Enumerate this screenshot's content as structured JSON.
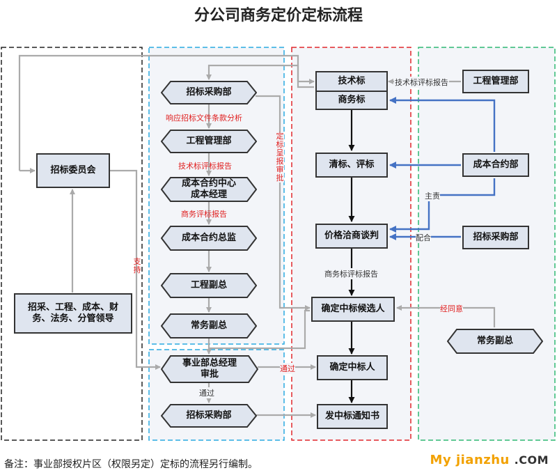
{
  "title": "分公司商务定价定标流程",
  "nodes": {
    "committee": "招标委员会",
    "leaders": "招采、工程、成本、财务、法务、分管领导",
    "p1_purchase": "招标采购部",
    "p1_engineering": "工程管理部",
    "p1_cost_center": "成本合约中心\n成本经理",
    "p1_cost_director": "成本合约总监",
    "p1_eng_vp": "工程副总",
    "p1_exec_vp": "常务副总",
    "p2_gm_review": "事业部总经理\n审批",
    "p2_purchase": "招标采购部",
    "tech_bid": "技术标",
    "biz_bid": "商务标",
    "clear_eval": "清标、评标",
    "negotiate": "价格洽商谈判",
    "candidate": "确定中标候选人",
    "winner": "确定中标人",
    "notice": "发中标通知书",
    "r_engineering": "工程管理部",
    "r_cost": "成本合约部",
    "r_purchase": "招标采购部",
    "r_exec_vp": "常务副总"
  },
  "labels": {
    "respond": "响应招标文件条款分析",
    "tech_report": "技术标评标报告",
    "biz_report": "商务评标报告",
    "support": "支持",
    "submit_review": "定标呈报审批",
    "tech_report_right": "技术标评标报告",
    "lead": "主责",
    "cooperate": "配合",
    "biz_bid_report": "商务标评标报告",
    "via_agree": "经同意",
    "pass1": "通过",
    "pass2": "通过"
  },
  "footer": "备注：事业部授权片区（权限另定）定标的流程另行编制。",
  "watermark": {
    "main": "My jianzhu",
    "suffix": ".COM"
  },
  "colors": {
    "black": "#222222",
    "blue": "#29aae1",
    "red": "#e0262b",
    "green": "#2eb872",
    "flow_blue": "#4472c4",
    "gray": "#aaaaaa",
    "node_fill": "#dfe5ef"
  }
}
